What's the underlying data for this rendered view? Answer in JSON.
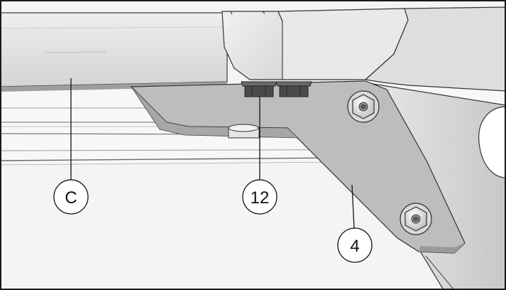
{
  "figure": {
    "callouts": {
      "c": "C",
      "twelve": "12",
      "four": "4"
    }
  },
  "colors": {
    "frame": "#1a1a1a",
    "beam_face": "#dcdcdc",
    "bracket": "#b9b9b9",
    "background": "#f2f2f2",
    "hardware": "#3b3b3b"
  },
  "icons": {
    "callout": "numbered-circle",
    "fastener": "hex-bolt"
  }
}
